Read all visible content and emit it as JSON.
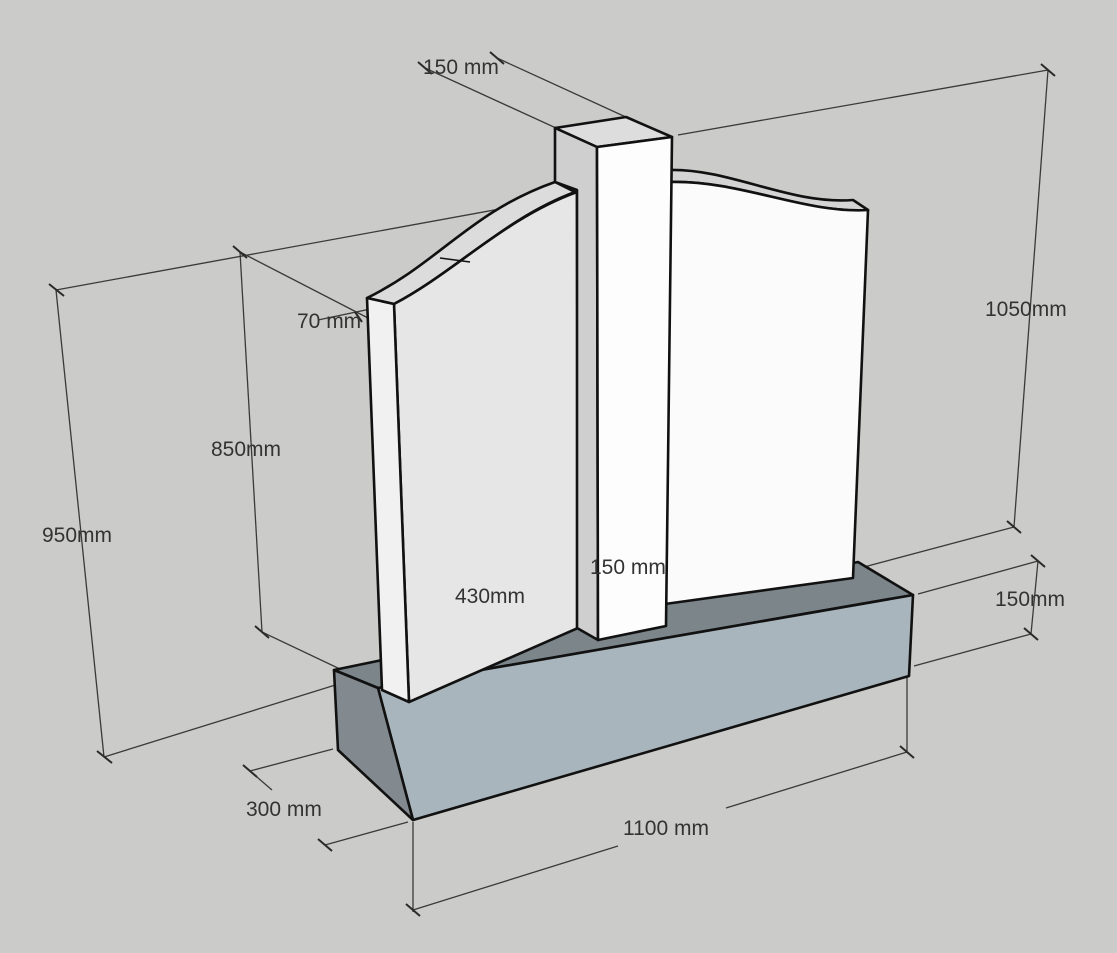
{
  "colors": {
    "background": "#cbcbc9",
    "base_top": "#7b858a",
    "base_front": "#a9b5bc",
    "base_side": "#828a8f",
    "panel_left_face": "#e6e6e6",
    "panel_right_face": "#fbfbfb",
    "pillar_front": "#fdfdfd",
    "pillar_side": "#cfcfcf",
    "dimension_line": "#3a3a3a",
    "dimension_text": "#333333"
  },
  "dimensions": {
    "pillar_width": "150 mm",
    "total_height": "1050mm",
    "overall_height": "950mm",
    "panel_height": "850mm",
    "panel_thickness": "70 mm",
    "panel_width": "430mm",
    "pillar_depth": "150 mm",
    "base_height": "150mm",
    "base_depth": "300 mm",
    "base_length": "1100 mm"
  }
}
